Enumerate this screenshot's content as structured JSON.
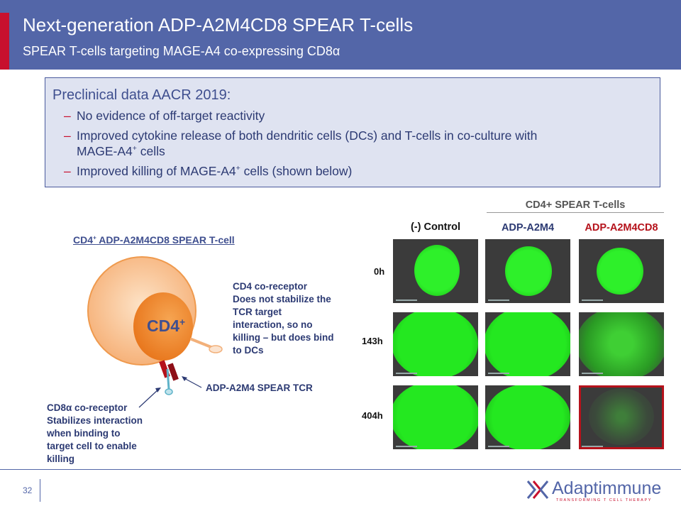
{
  "header": {
    "title": "Next-generation ADP-A2M4CD8 SPEAR T-cells",
    "subtitle": "SPEAR T-cells targeting MAGE-A4  co-expressing CD8α"
  },
  "info_box": {
    "heading": "Preclinical data AACR 2019:",
    "bullet1": "No evidence  of off-target reactivity",
    "bullet2_line1": "Improved cytokine release of both dendritic cells (DCs) and T-cells in co-culture with",
    "bullet2_line2": "MAGE-A4",
    "bullet2_sup": "+",
    "bullet2_tail": " cells",
    "bullet3_a": "Improved killing  of MAGE-A4",
    "bullet3_sup": "+",
    "bullet3_b": " cells (shown below)",
    "dash": "–"
  },
  "diagram": {
    "title_a": "CD4",
    "title_sup": "+",
    "title_b": " ADP-A2M4CD8 SPEAR T-cell",
    "nucleus_label": "CD4",
    "nucleus_sup": "+",
    "cd4_label_lines": [
      "CD4 co-receptor",
      "Does not stabilize the",
      "TCR target",
      "interaction, so no",
      "killing – but does bind",
      "to DCs"
    ],
    "tcr_label": "ADP-A2M4  SPEAR TCR",
    "cd8_label_lines": [
      "CD8α co-receptor",
      "Stabilizes interaction",
      "when binding to",
      "target cell to enable",
      "killing"
    ]
  },
  "imaging": {
    "group_header": "CD4+ SPEAR T-cells",
    "columns": [
      "(-) Control",
      "ADP-A2M4",
      "ADP-A2M4CD8"
    ],
    "rows": [
      "0h",
      "143h",
      "404h"
    ],
    "colors": {
      "control": "#111111",
      "a2m4": "#2c3a73",
      "a2m4cd8": "#b5121b",
      "green": "#22e01e"
    }
  },
  "footer": {
    "page_number": "32",
    "logo_word": "Adaptimmune",
    "logo_tagline": "TRANSFORMING T CELL THERAPY"
  }
}
